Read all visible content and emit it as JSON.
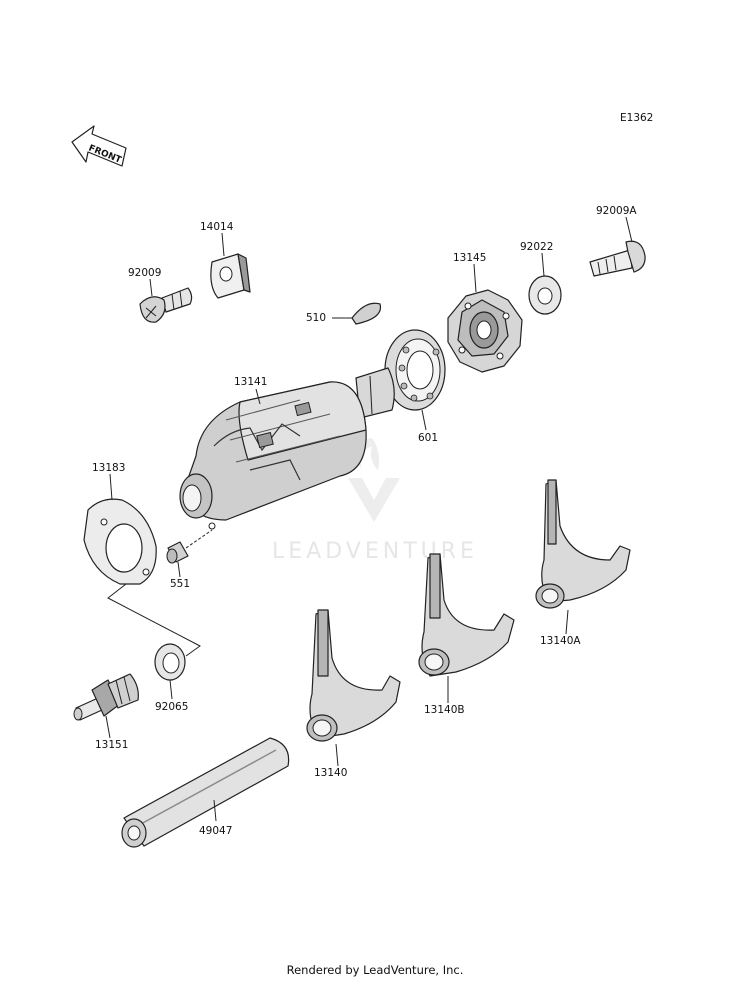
{
  "diagram_code": "E1362",
  "front_label": "FRONT",
  "watermark": "LEADVENTURE",
  "footer": "Rendered by LeadVenture, Inc.",
  "colors": {
    "line": "#222222",
    "fill_light": "#f2f2f2",
    "fill_mid": "#bdbdbd",
    "fill_dark": "#7a7a7a",
    "watermark": "#e4e4e4"
  },
  "parts": [
    {
      "number": "92009A",
      "name": "bolt"
    },
    {
      "number": "14014",
      "name": "plate"
    },
    {
      "number": "92009",
      "name": "bolt"
    },
    {
      "number": "92022",
      "name": "washer"
    },
    {
      "number": "13145",
      "name": "shift-drum-cam"
    },
    {
      "number": "510",
      "name": "key"
    },
    {
      "number": "601",
      "name": "bearing"
    },
    {
      "number": "13141",
      "name": "shift-drum"
    },
    {
      "number": "13183",
      "name": "plate"
    },
    {
      "number": "551",
      "name": "pin"
    },
    {
      "number": "92065",
      "name": "washer"
    },
    {
      "number": "13151",
      "name": "switch"
    },
    {
      "number": "13140A",
      "name": "shift-fork"
    },
    {
      "number": "13140B",
      "name": "shift-fork"
    },
    {
      "number": "13140",
      "name": "shift-fork"
    },
    {
      "number": "49047",
      "name": "shaft"
    }
  ]
}
